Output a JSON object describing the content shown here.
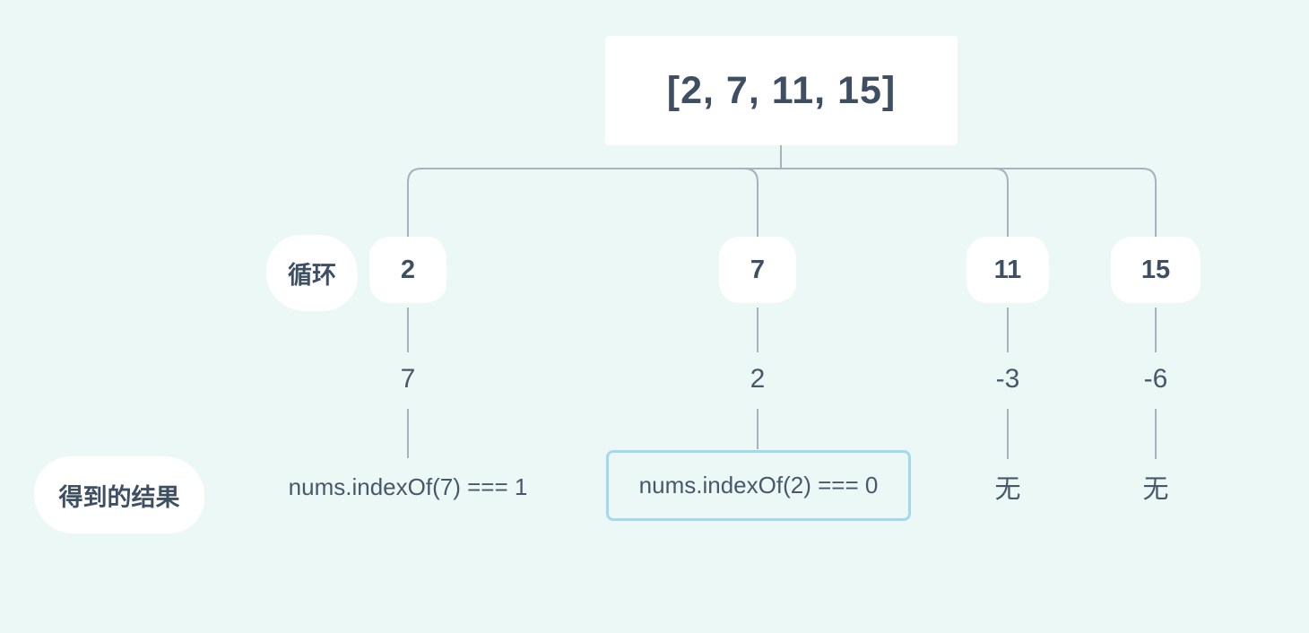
{
  "colors": {
    "background": "#ecf8f6",
    "node_bg": "#ffffff",
    "text_dark": "#3e4f63",
    "text_medium": "#47586b",
    "line": "#a8b2bd",
    "highlight_border": "#a4d8f1"
  },
  "root": {
    "label": "[2, 7, 11, 15]"
  },
  "row_labels": {
    "loop": "循环",
    "result": "得到的结果"
  },
  "columns": [
    {
      "value": "2",
      "complement": "7",
      "result": "nums.indexOf(7) === 1",
      "highlighted": false
    },
    {
      "value": "7",
      "complement": "2",
      "result": "nums.indexOf(2) === 0",
      "highlighted": true
    },
    {
      "value": "11",
      "complement": "-3",
      "result": "无",
      "highlighted": false
    },
    {
      "value": "15",
      "complement": "-6",
      "result": "无",
      "highlighted": false
    }
  ]
}
